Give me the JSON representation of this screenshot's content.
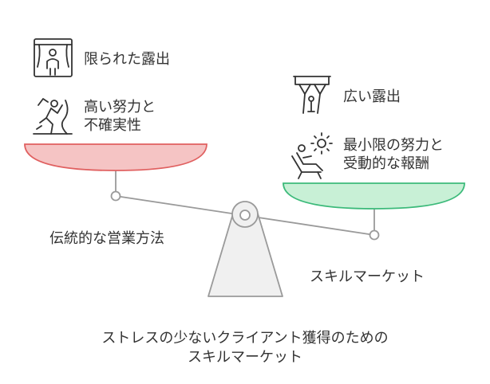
{
  "left_side": {
    "label": "伝統的な営業方法",
    "items": [
      {
        "icon": "theater-stage-icon",
        "text_lines": [
          "限られた露出"
        ]
      },
      {
        "icon": "climbing-person-icon",
        "text_lines": [
          "高い努力と",
          "不確実性"
        ]
      }
    ],
    "pan_color": "#f5c4c4",
    "pan_stroke": "#e06060"
  },
  "right_side": {
    "label": "スキルマーケット",
    "items": [
      {
        "icon": "stage-spotlight-icon",
        "text_lines": [
          "広い露出"
        ]
      },
      {
        "icon": "relaxing-person-sun-icon",
        "text_lines": [
          "最小限の努力と",
          "受動的な報酬"
        ]
      }
    ],
    "pan_color": "#c8f0d6",
    "pan_stroke": "#3cba7a"
  },
  "caption": {
    "line1": "ストレスの少ないクライアント獲得のための",
    "line2": "スキルマーケット"
  }
}
